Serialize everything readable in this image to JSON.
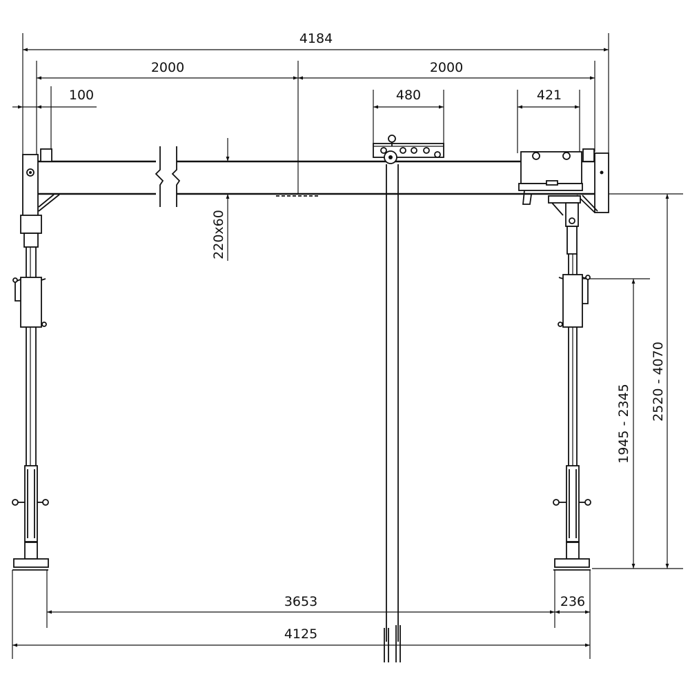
{
  "drawing": {
    "dimensions": {
      "overall_top": "4184",
      "span_left": "2000",
      "span_right": "2000",
      "offset_left": "100",
      "trolley_width": "480",
      "hoist_width": "421",
      "beam_section": "220x60",
      "height_total": "2520 - 4070",
      "height_clear": "1945 - 2345",
      "inner_bottom": "3653",
      "foot_width": "236",
      "overall_bottom": "4125"
    }
  }
}
